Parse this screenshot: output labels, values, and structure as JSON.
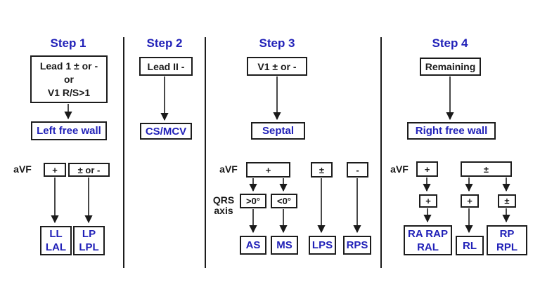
{
  "colors": {
    "accent_blue": "#2121b8",
    "text_black": "#1a1a1a",
    "line_black": "#1c1c1c",
    "background": "#ffffff"
  },
  "steps": [
    {
      "title": "Step 1",
      "criterion_lines": [
        "Lead 1 ± or -",
        "or",
        "V1 R/S>1"
      ],
      "region": "Left free wall",
      "avf_label": "aVF",
      "branches": [
        {
          "condition": "+",
          "result_lines": [
            "LL",
            "LAL"
          ]
        },
        {
          "condition": "± or -",
          "result_lines": [
            "LP",
            "LPL"
          ]
        }
      ]
    },
    {
      "title": "Step 2",
      "criterion_lines": [
        "Lead II -"
      ],
      "region": "CS/MCV"
    },
    {
      "title": "Step 3",
      "criterion_lines": [
        "V1 ± or -"
      ],
      "region": "Septal",
      "avf_label": "aVF",
      "qrs_axis_label_lines": [
        "QRS",
        "axis"
      ],
      "branches": [
        {
          "condition": "+",
          "sub_branches": [
            {
              "condition": ">0°",
              "result_lines": [
                "AS"
              ]
            },
            {
              "condition": "<0°",
              "result_lines": [
                "MS"
              ]
            }
          ]
        },
        {
          "condition": "±",
          "result_lines": [
            "LPS"
          ]
        },
        {
          "condition": "-",
          "result_lines": [
            "RPS"
          ]
        }
      ]
    },
    {
      "title": "Step 4",
      "criterion_lines": [
        "Remaining"
      ],
      "region": "Right free wall",
      "avf_label": "aVF",
      "branches": [
        {
          "condition": "+",
          "sub_branches": [
            {
              "condition": "+",
              "result_lines": [
                "RA RAP",
                "RAL"
              ]
            }
          ]
        },
        {
          "condition": "±",
          "sub_branches": [
            {
              "condition": "+",
              "result_lines": [
                "RL"
              ]
            },
            {
              "condition": "±",
              "result_lines": [
                "RP",
                "RPL"
              ]
            }
          ]
        }
      ]
    }
  ]
}
